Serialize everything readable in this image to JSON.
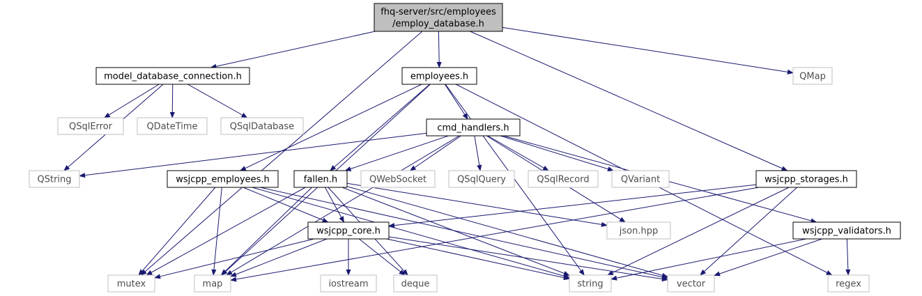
{
  "diagram": {
    "type": "include-dependency-graph",
    "colors": {
      "edge": "#191970",
      "root_fill": "#bfbfbf",
      "node_border": "#000000",
      "external_border": "#bfbfbf",
      "external_text": "#4d4d4d"
    },
    "nodes": [
      {
        "id": "root",
        "lines": [
          "fhq-server/src/employees",
          "/employ_database.h"
        ],
        "kind": "root"
      },
      {
        "id": "model_db",
        "lines": [
          "model_database_connection.h"
        ],
        "kind": "file"
      },
      {
        "id": "employees",
        "lines": [
          "employees.h"
        ],
        "kind": "file"
      },
      {
        "id": "qmap",
        "lines": [
          "QMap"
        ],
        "kind": "external"
      },
      {
        "id": "qsqlerror",
        "lines": [
          "QSqlError"
        ],
        "kind": "external"
      },
      {
        "id": "qdatetime",
        "lines": [
          "QDateTime"
        ],
        "kind": "external"
      },
      {
        "id": "qsqldatabase",
        "lines": [
          "QSqlDatabase"
        ],
        "kind": "external"
      },
      {
        "id": "cmd_handlers",
        "lines": [
          "cmd_handlers.h"
        ],
        "kind": "file"
      },
      {
        "id": "qstring",
        "lines": [
          "QString"
        ],
        "kind": "external"
      },
      {
        "id": "wsjcpp_employees",
        "lines": [
          "wsjcpp_employees.h"
        ],
        "kind": "file"
      },
      {
        "id": "fallen",
        "lines": [
          "fallen.h"
        ],
        "kind": "file"
      },
      {
        "id": "qwebsocket",
        "lines": [
          "QWebSocket"
        ],
        "kind": "external"
      },
      {
        "id": "qsqlquery",
        "lines": [
          "QSqlQuery"
        ],
        "kind": "external"
      },
      {
        "id": "qsqlrecord",
        "lines": [
          "QSqlRecord"
        ],
        "kind": "external"
      },
      {
        "id": "qvariant",
        "lines": [
          "QVariant"
        ],
        "kind": "external"
      },
      {
        "id": "wsjcpp_storages",
        "lines": [
          "wsjcpp_storages.h"
        ],
        "kind": "file"
      },
      {
        "id": "wsjcpp_core",
        "lines": [
          "wsjcpp_core.h"
        ],
        "kind": "file"
      },
      {
        "id": "json",
        "lines": [
          "json.hpp"
        ],
        "kind": "external"
      },
      {
        "id": "wsjcpp_validators",
        "lines": [
          "wsjcpp_validators.h"
        ],
        "kind": "file"
      },
      {
        "id": "mutex",
        "lines": [
          "mutex"
        ],
        "kind": "external"
      },
      {
        "id": "map",
        "lines": [
          "map"
        ],
        "kind": "external"
      },
      {
        "id": "iostream",
        "lines": [
          "iostream"
        ],
        "kind": "external"
      },
      {
        "id": "deque",
        "lines": [
          "deque"
        ],
        "kind": "external"
      },
      {
        "id": "string",
        "lines": [
          "string"
        ],
        "kind": "external"
      },
      {
        "id": "vector",
        "lines": [
          "vector"
        ],
        "kind": "external"
      },
      {
        "id": "regex",
        "lines": [
          "regex"
        ],
        "kind": "external"
      }
    ],
    "edges": [
      [
        "root",
        "model_db"
      ],
      [
        "root",
        "employees"
      ],
      [
        "root",
        "qmap"
      ],
      [
        "root",
        "mutex"
      ],
      [
        "root",
        "wsjcpp_storages"
      ],
      [
        "model_db",
        "qsqlerror"
      ],
      [
        "model_db",
        "qdatetime"
      ],
      [
        "model_db",
        "qsqldatabase"
      ],
      [
        "model_db",
        "qstring"
      ],
      [
        "employees",
        "cmd_handlers"
      ],
      [
        "employees",
        "wsjcpp_employees"
      ],
      [
        "employees",
        "fallen"
      ],
      [
        "employees",
        "map"
      ],
      [
        "employees",
        "string"
      ],
      [
        "employees",
        "regex"
      ],
      [
        "cmd_handlers",
        "qstring"
      ],
      [
        "cmd_handlers",
        "fallen"
      ],
      [
        "cmd_handlers",
        "qwebsocket"
      ],
      [
        "cmd_handlers",
        "qsqlquery"
      ],
      [
        "cmd_handlers",
        "qsqlrecord"
      ],
      [
        "cmd_handlers",
        "qvariant"
      ],
      [
        "cmd_handlers",
        "json"
      ],
      [
        "cmd_handlers",
        "map"
      ],
      [
        "cmd_handlers",
        "wsjcpp_validators"
      ],
      [
        "wsjcpp_employees",
        "wsjcpp_core"
      ],
      [
        "wsjcpp_employees",
        "mutex"
      ],
      [
        "wsjcpp_employees",
        "map"
      ],
      [
        "wsjcpp_employees",
        "string"
      ],
      [
        "wsjcpp_employees",
        "vector"
      ],
      [
        "fallen",
        "wsjcpp_core"
      ],
      [
        "fallen",
        "mutex"
      ],
      [
        "fallen",
        "map"
      ],
      [
        "fallen",
        "deque"
      ],
      [
        "fallen",
        "json"
      ],
      [
        "fallen",
        "string"
      ],
      [
        "fallen",
        "vector"
      ],
      [
        "wsjcpp_storages",
        "wsjcpp_core"
      ],
      [
        "wsjcpp_storages",
        "map"
      ],
      [
        "wsjcpp_storages",
        "string"
      ],
      [
        "wsjcpp_storages",
        "vector"
      ],
      [
        "wsjcpp_core",
        "mutex"
      ],
      [
        "wsjcpp_core",
        "map"
      ],
      [
        "wsjcpp_core",
        "iostream"
      ],
      [
        "wsjcpp_core",
        "deque"
      ],
      [
        "wsjcpp_core",
        "string"
      ],
      [
        "wsjcpp_core",
        "vector"
      ],
      [
        "wsjcpp_validators",
        "string"
      ],
      [
        "wsjcpp_validators",
        "vector"
      ],
      [
        "wsjcpp_validators",
        "regex"
      ]
    ]
  }
}
